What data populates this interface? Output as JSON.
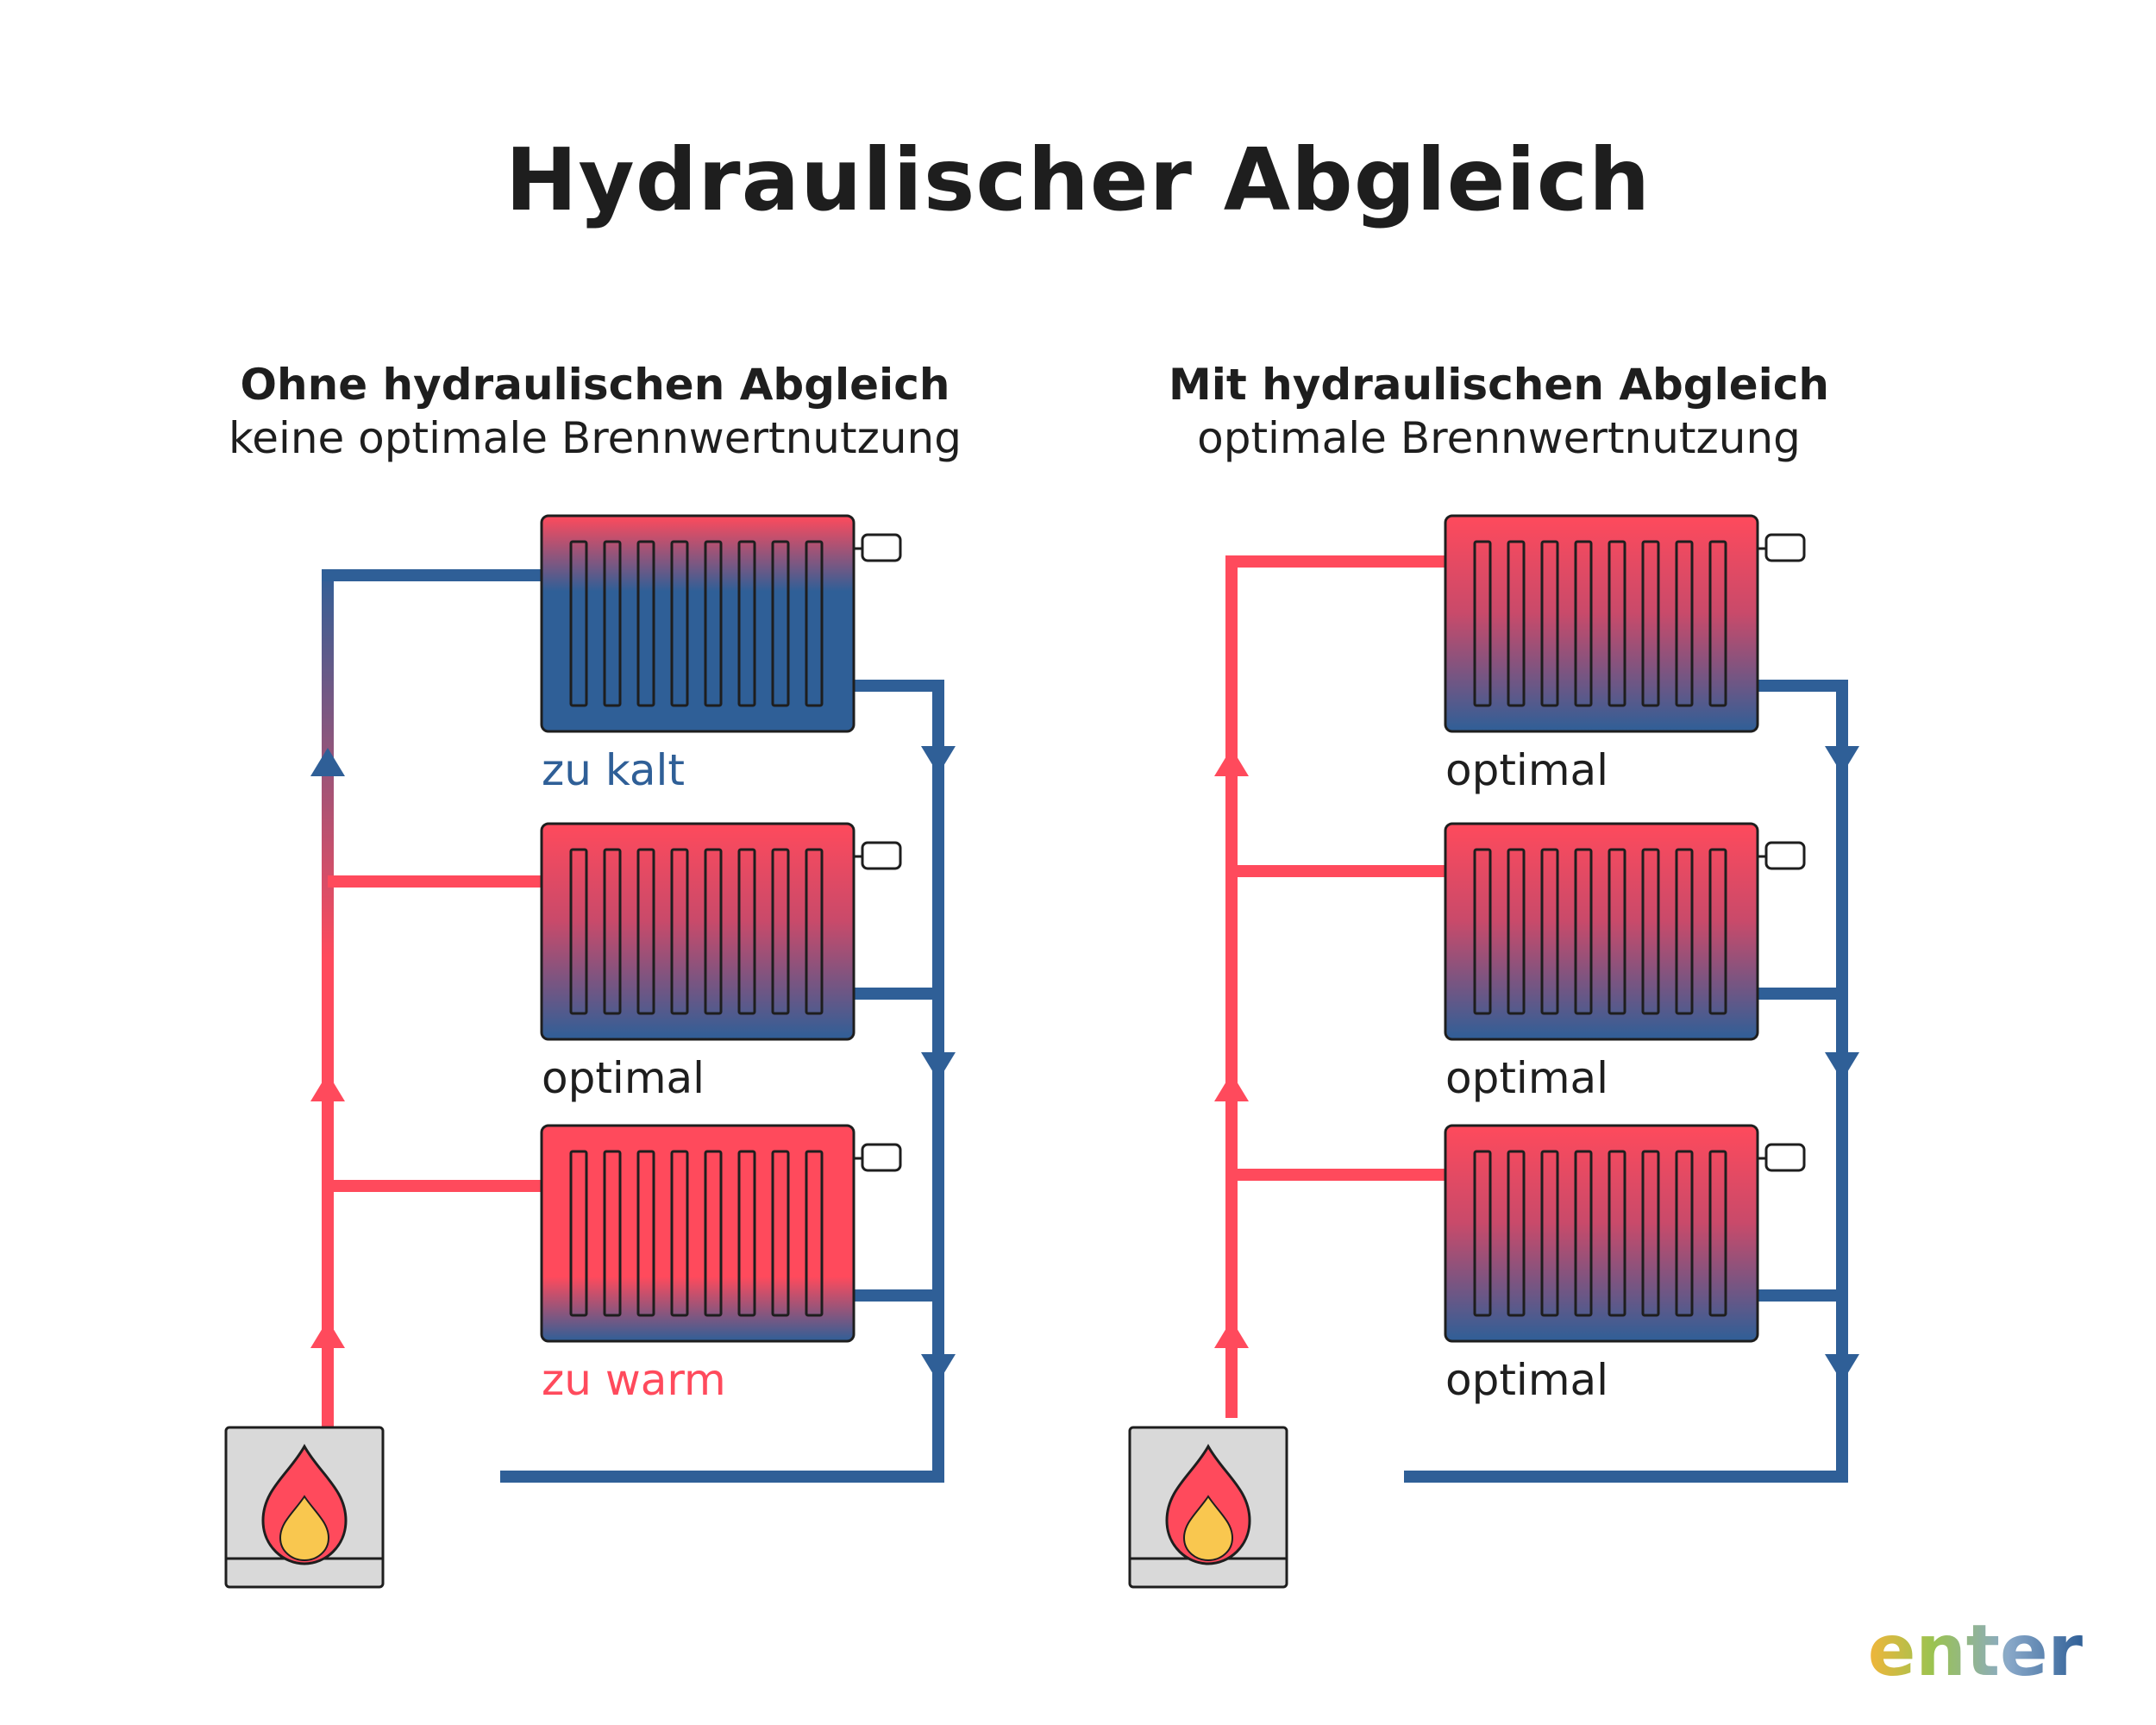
{
  "title": "Hydraulischer Abgleich",
  "panels": [
    {
      "heading": "Ohne hydraulischen Abgleich",
      "subheading": "keine optimale Brennwertnutzung",
      "radiators": [
        {
          "label": "zu kalt",
          "state": "cold"
        },
        {
          "label": "optimal",
          "state": "optimal"
        },
        {
          "label": "zu warm",
          "state": "warm"
        }
      ]
    },
    {
      "heading": "Mit hydraulischen Abgleich",
      "subheading": "optimale Brennwertnutzung",
      "radiators": [
        {
          "label": "optimal",
          "state": "optimal"
        },
        {
          "label": "optimal",
          "state": "optimal"
        },
        {
          "label": "optimal",
          "state": "optimal"
        }
      ]
    }
  ],
  "logo": "enter",
  "colors": {
    "hot": "#ff4a5c",
    "cold": "#2f5f97",
    "outline": "#1e1e1e",
    "boiler": "#d9d9d9",
    "flame_outer": "#ff4a5c",
    "flame_inner": "#f9c74f",
    "text": "#1e1e1e"
  },
  "icons": [
    "flame-icon",
    "radiator-icon",
    "boiler-icon",
    "flow-arrow-icon",
    "thermostat-valve-icon"
  ]
}
